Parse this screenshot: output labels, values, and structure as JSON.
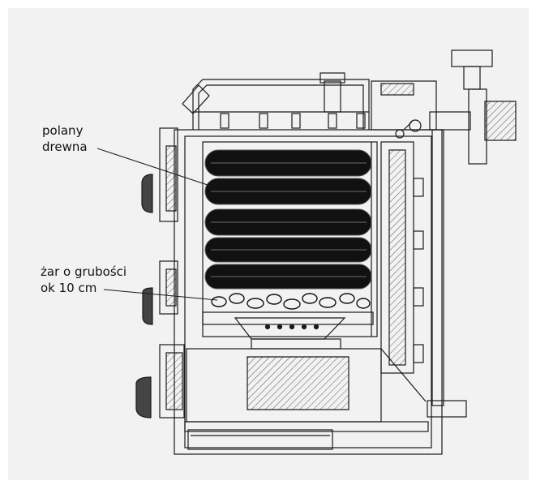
{
  "labels": {
    "wood_logs": [
      "polany",
      "drewna"
    ],
    "embers": [
      "żar o grubości",
      "ok 10 cm"
    ]
  },
  "colors": {
    "background": "#f2f2f2",
    "line": "#1a1a1a",
    "wood": "#111111"
  }
}
